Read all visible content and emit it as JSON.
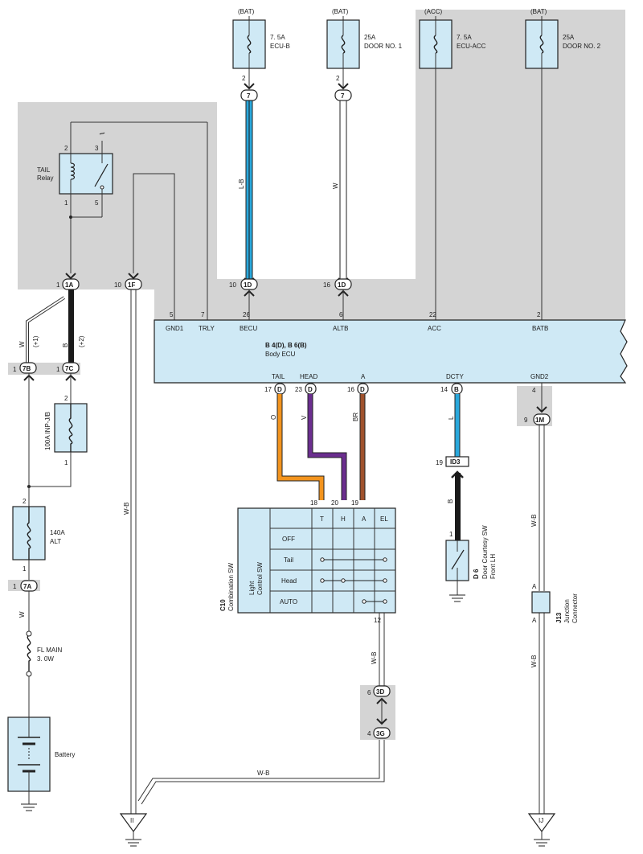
{
  "fuses": {
    "f1": {
      "supply": "(BAT)",
      "rating": "7. 5A",
      "name": "ECU-B",
      "pin": "2",
      "conn": "7"
    },
    "f2": {
      "supply": "(BAT)",
      "rating": "25A",
      "name": "DOOR NO. 1",
      "pin": "2",
      "conn": "7"
    },
    "f3": {
      "supply": "(ACC)",
      "rating": "7. 5A",
      "name": "ECU-ACC"
    },
    "f4": {
      "supply": "(BAT)",
      "rating": "25A",
      "name": "DOOR NO. 2"
    }
  },
  "relay": {
    "name1": "TAIL",
    "name2": "Relay",
    "p2": "2",
    "p3": "3",
    "p1": "1",
    "p5": "5"
  },
  "connectors": {
    "c1A": {
      "pin": "1",
      "id": "1A"
    },
    "c1F": {
      "pin": "10",
      "id": "1F"
    },
    "c1D_a": {
      "pin": "10",
      "id": "1D"
    },
    "c1D_b": {
      "pin": "16",
      "id": "1D"
    },
    "c7B": {
      "pin": "1",
      "id": "7B"
    },
    "c7C": {
      "pin": "1",
      "id": "7C"
    },
    "c7A": {
      "pin": "1",
      "id": "7A"
    },
    "c1M": {
      "pin": "9",
      "id": "1M"
    },
    "cID3": {
      "pin": "19",
      "id": "ID3"
    },
    "c3D": {
      "pin": "6",
      "id": "3D"
    },
    "c3G": {
      "pin": "4",
      "id": "3G"
    }
  },
  "ecu": {
    "title": "B 4(D), B 6(B)",
    "subtitle": "Body ECU",
    "top_pins": [
      {
        "num": "5",
        "label": "GND1"
      },
      {
        "num": "7",
        "label": "TRLY"
      },
      {
        "num": "26",
        "label": "BECU"
      },
      {
        "num": "6",
        "label": "ALTB"
      },
      {
        "num": "22",
        "label": "ACC"
      },
      {
        "num": "2",
        "label": "BATB"
      }
    ],
    "bottom_pins": [
      {
        "num": "17",
        "conn": "D",
        "label": "TAIL"
      },
      {
        "num": "23",
        "conn": "D",
        "label": "HEAD"
      },
      {
        "num": "16",
        "conn": "D",
        "label": "A"
      },
      {
        "num": "14",
        "conn": "B",
        "label": "DCTY"
      },
      {
        "num": "4",
        "conn": "",
        "label": "GND2"
      }
    ]
  },
  "wire_colors": {
    "lb": "L-B",
    "w1": "W",
    "w2": "W",
    "b": "B",
    "o": "O",
    "v": "V",
    "br": "BR",
    "l": "L",
    "b2": "B",
    "wb1": "W-B",
    "wb2": "W-B",
    "wb3": "W-B",
    "wb4": "W-B",
    "wb5": "W-B"
  },
  "notes": {
    "n1": "(+1)",
    "n2": "(+2)"
  },
  "inp_fuse": {
    "rating": "100A INP-J/B",
    "p2": "2",
    "p1": "1"
  },
  "alt_fuse": {
    "rating": "140A",
    "name": "ALT",
    "p2": "2",
    "p1": "1"
  },
  "fl_main": {
    "name": "FL MAIN",
    "spec": "3. 0W"
  },
  "battery": {
    "label": "Battery"
  },
  "combo_sw": {
    "code": "C10",
    "name": "Combination SW",
    "sub1": "Light",
    "sub2": "Control SW",
    "pins": {
      "t": "18",
      "h": "20",
      "a": "19",
      "el": "12"
    },
    "headers": [
      "T",
      "H",
      "A",
      "EL"
    ],
    "rows": [
      "OFF",
      "Tail",
      "Head",
      "AUTO"
    ]
  },
  "door_sw": {
    "code": "D 6",
    "name1": "Door Courtesy SW",
    "name2": "Front LH",
    "pin": "1"
  },
  "junction": {
    "code": "J13",
    "name1": "Junction",
    "name2": "Connector",
    "pa": "A",
    "pb": "A"
  },
  "grounds": {
    "g1": "II",
    "g2": "IJ"
  },
  "colors": {
    "box": "#cfe9f5",
    "gray": "#d4d4d4",
    "orange": "#f3941e",
    "violet": "#6b2e8f",
    "brown": "#a0522d",
    "blue": "#29a8dc",
    "black": "#1a1a1a"
  }
}
